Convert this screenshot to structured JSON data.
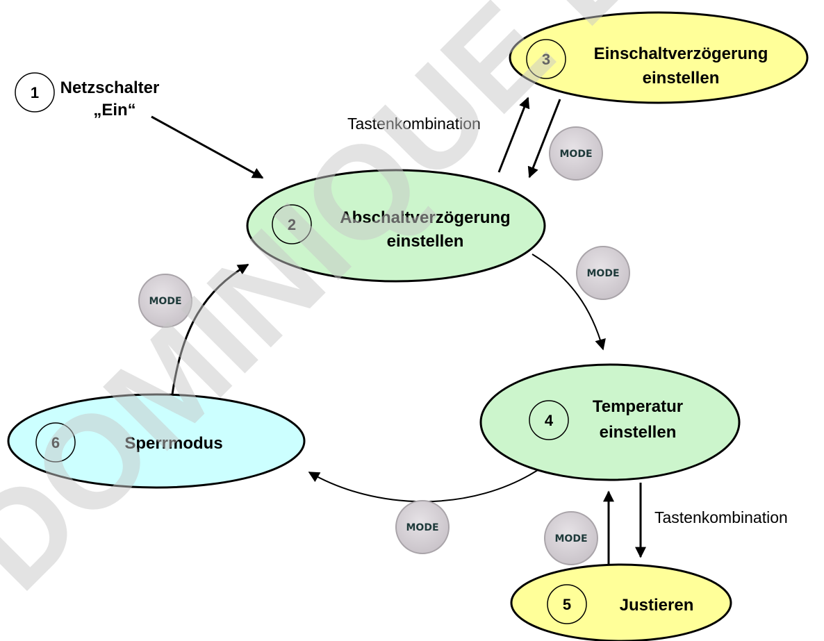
{
  "watermark": "DOMINIQUE DU",
  "colors": {
    "green_fill": "#ccf5cc",
    "yellow_fill": "#ffff99",
    "cyan_fill": "#ccffff",
    "mode_button_fill": "#d5d0d5",
    "mode_text": "#1e3a3a"
  },
  "start": {
    "number": "1",
    "line1": "Netzschalter",
    "line2": "„Ein“"
  },
  "states": {
    "s2": {
      "number": "2",
      "line1": "Abschaltverzögerung",
      "line2": "einstellen"
    },
    "s3": {
      "number": "3",
      "line1": "Einschaltverzögerung",
      "line2": "einstellen"
    },
    "s4": {
      "number": "4",
      "line1": "Temperatur",
      "line2": "einstellen"
    },
    "s5": {
      "number": "5",
      "line1": "Justieren"
    },
    "s6": {
      "number": "6",
      "line1": "Sperrmodus"
    }
  },
  "labels": {
    "tasten_top": "Tastenkombination",
    "tasten_right": "Tastenkombination"
  },
  "buttons": {
    "mode_label": "MODE"
  }
}
